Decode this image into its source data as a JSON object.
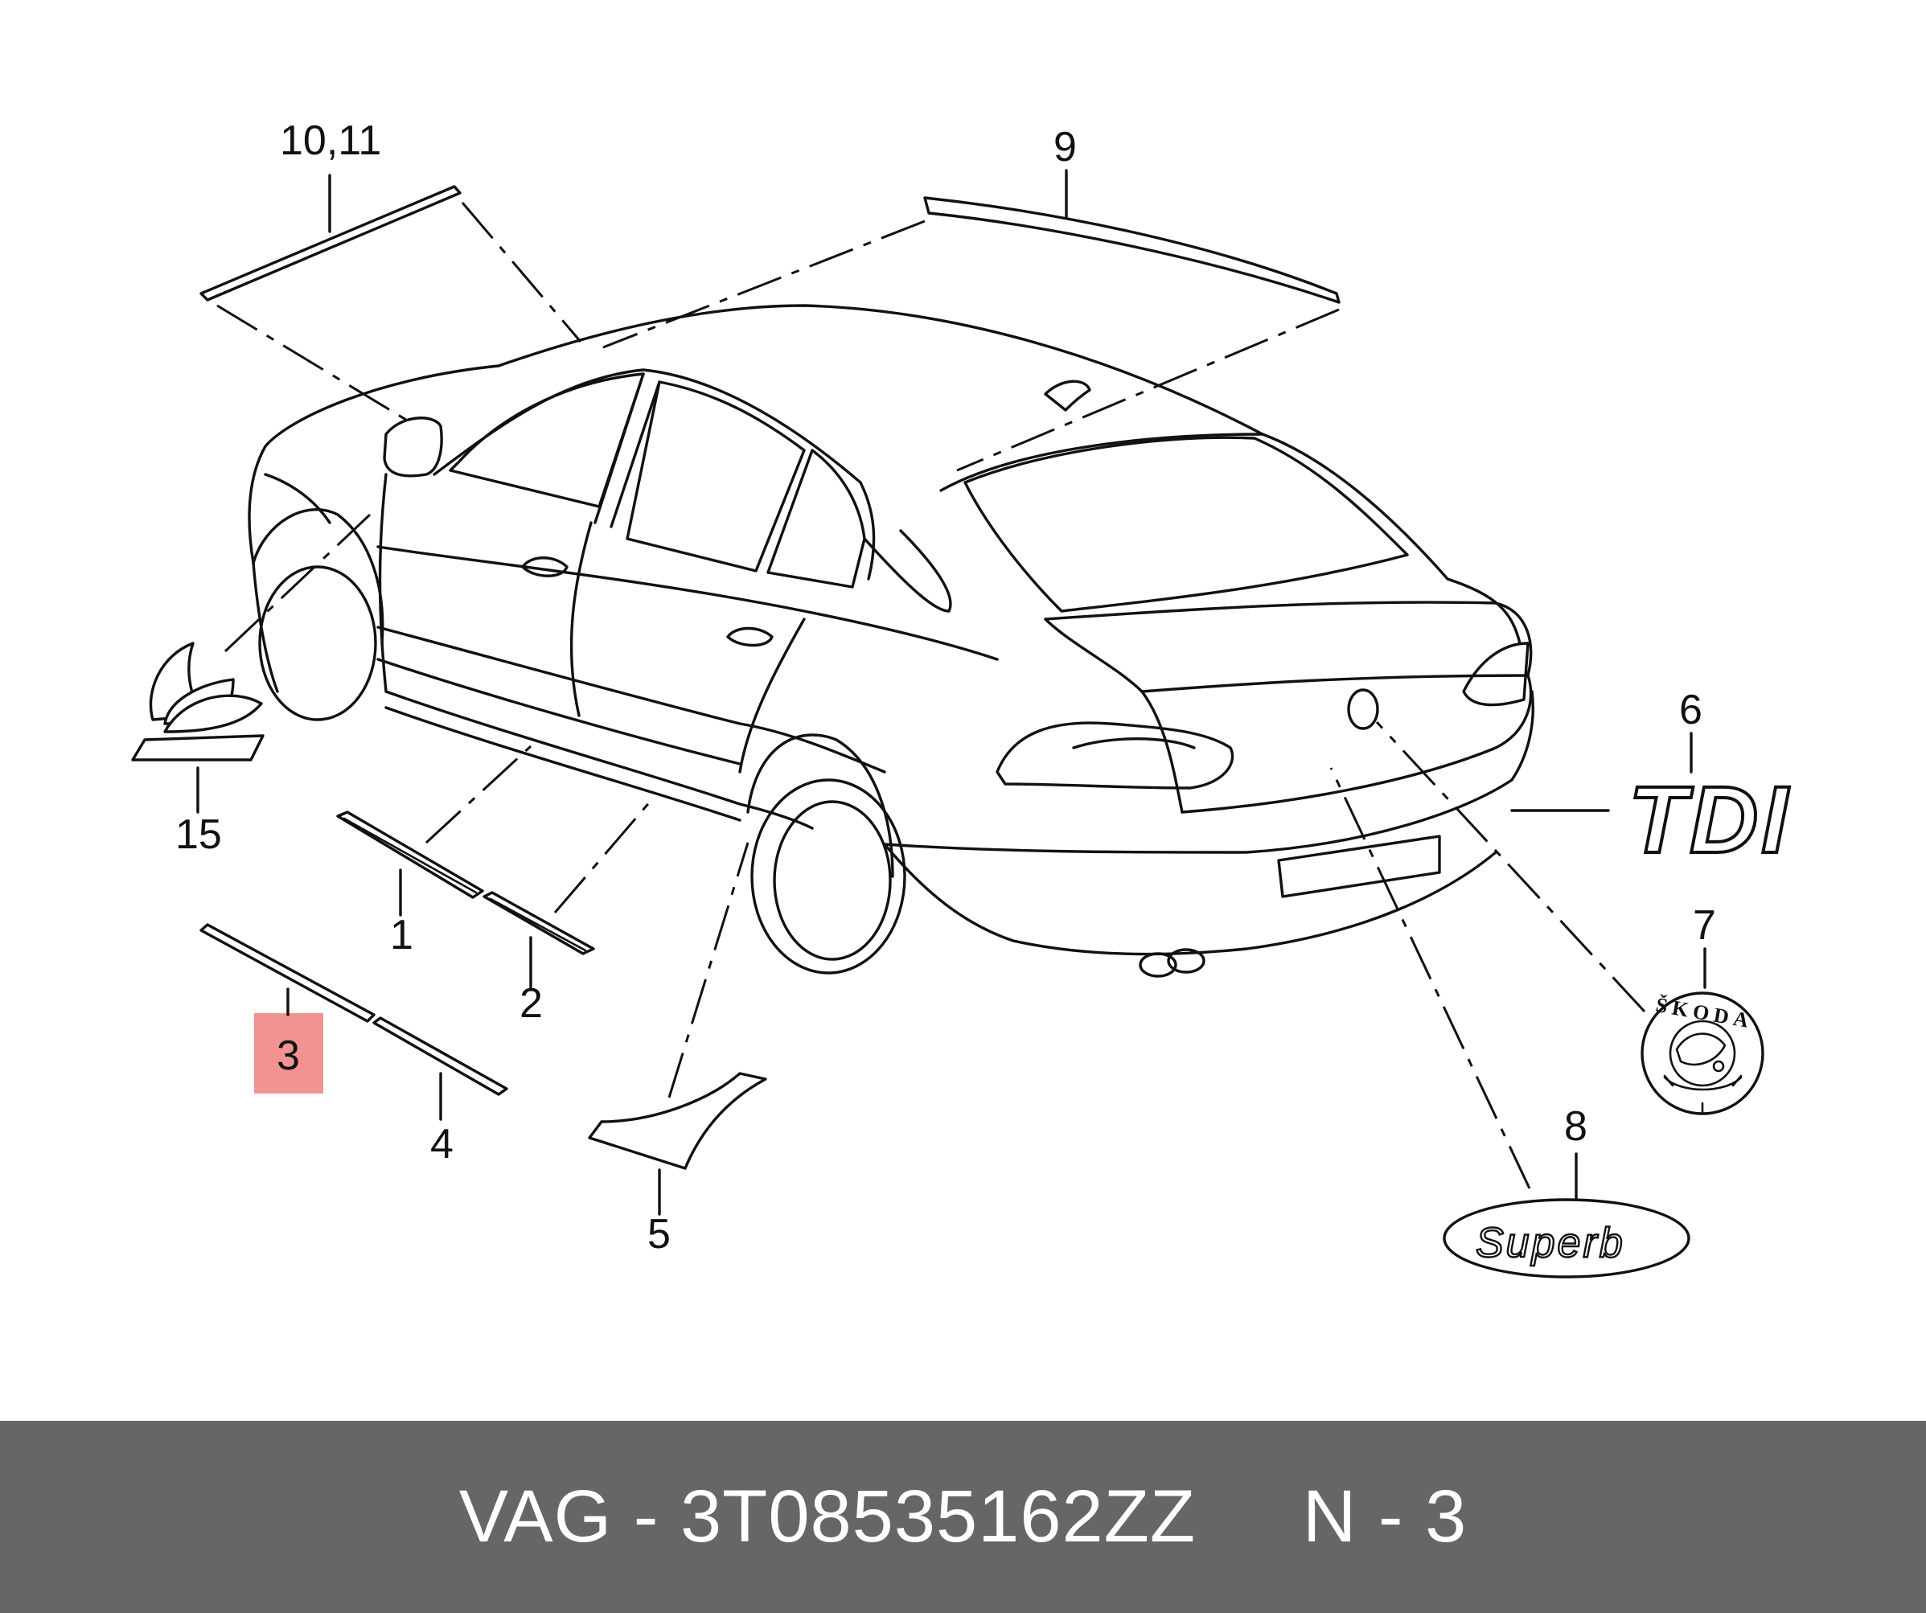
{
  "callouts": [
    {
      "id": "10-11",
      "text": "10,11"
    },
    {
      "id": "9",
      "text": "9"
    },
    {
      "id": "15",
      "text": "15"
    },
    {
      "id": "1",
      "text": "1"
    },
    {
      "id": "2",
      "text": "2"
    },
    {
      "id": "3",
      "text": "3"
    },
    {
      "id": "4",
      "text": "4"
    },
    {
      "id": "5",
      "text": "5"
    },
    {
      "id": "6",
      "text": "6"
    },
    {
      "id": "7",
      "text": "7"
    },
    {
      "id": "8",
      "text": "8"
    }
  ],
  "badges": {
    "tdi": "TDI",
    "superb": "Superb",
    "skoda": "ŠKODA"
  },
  "highlight": {
    "callout": "3",
    "color": "#f08080"
  },
  "footer": {
    "text": "VAG - 3T08535162ZZ     N - 3",
    "background": "#666666",
    "text_color": "#ffffff"
  }
}
